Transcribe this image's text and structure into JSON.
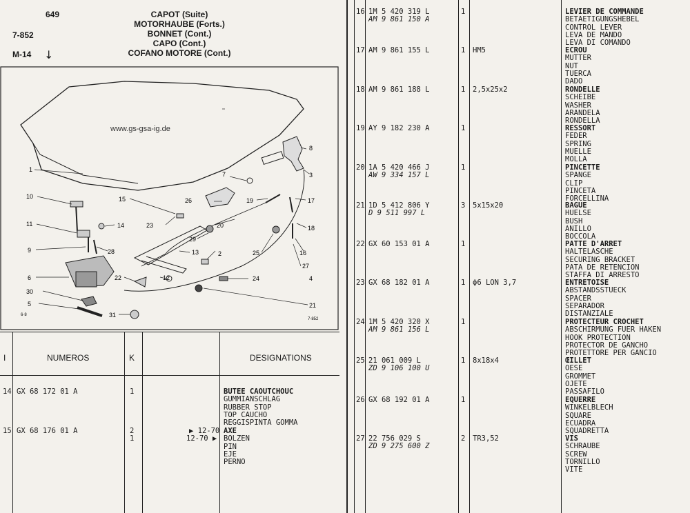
{
  "header": {
    "page_number": "649",
    "ref_code": "7-852",
    "model": "M-14",
    "titles": [
      "CAPOT (Suite)",
      "MOTORHAUBE (Forts.)",
      "BONNET (Cont.)",
      "CAPO (Cont.)",
      "COFANO MOTORE (Cont.)"
    ]
  },
  "diagram": {
    "watermark": "www.gs-gsa-ig.de",
    "callouts": [
      "1",
      "2",
      "3",
      "4",
      "5",
      "6",
      "7",
      "8",
      "9",
      "10",
      "11",
      "12",
      "13",
      "14",
      "15",
      "16",
      "17",
      "18",
      "19",
      "20",
      "21",
      "22",
      "23",
      "24",
      "25",
      "26",
      "27",
      "28",
      "29",
      "30",
      "31"
    ],
    "corner_left": "6·8",
    "corner_right": "7-852"
  },
  "table_header": {
    "col_i": "I",
    "col_numeros": "NUMEROS",
    "col_k": "K",
    "col_designations": "DESIGNATIONS"
  },
  "left_rows": [
    {
      "ref": "14",
      "parts": [
        "GX 68 172  01 A"
      ],
      "qty": [
        "1"
      ],
      "notes": [],
      "spec": "",
      "desc": [
        "BUTEE CAOUTCHOUC",
        "GUMMIANSCHLAG",
        "RUBBER STOP",
        "TOP CAUCHO",
        "REGGISPINTA GOMMA"
      ]
    },
    {
      "ref": "15",
      "parts": [
        "GX 68 176  01 A"
      ],
      "qty": [
        "2",
        "1"
      ],
      "notes": [
        "▶ 12-70",
        "12-70 ▶"
      ],
      "spec": "",
      "desc": [
        "AXE",
        "BOLZEN",
        "PIN",
        "EJE",
        "PERNO"
      ]
    }
  ],
  "right_rows": [
    {
      "ref": "16",
      "parts": [
        "1M  5 420 319  L",
        "AM  9 861 150  A"
      ],
      "qty": "1",
      "spec": "",
      "desc": [
        "LEVIER DE COMMANDE",
        "BETAETIGUNGSHEBEL",
        "CONTROL LEVER",
        "LEVA DE MANDO",
        "LEVA DI COMANDO"
      ]
    },
    {
      "ref": "17",
      "parts": [
        "AM  9 861 155  L"
      ],
      "qty": "1",
      "spec": "HM5",
      "desc": [
        "ECROU",
        "MUTTER",
        "NUT",
        "TUERCA",
        "DADO"
      ]
    },
    {
      "ref": "18",
      "parts": [
        "AM  9 861 188  L"
      ],
      "qty": "1",
      "spec": "2,5x25x2",
      "desc": [
        "RONDELLE",
        "SCHEIBE",
        "WASHER",
        "ARANDELA",
        "RONDELLA"
      ]
    },
    {
      "ref": "19",
      "parts": [
        "AY  9 182 230  A"
      ],
      "qty": "1",
      "spec": "",
      "desc": [
        "RESSORT",
        "FEDER",
        "SPRING",
        "MUELLE",
        "MOLLA"
      ]
    },
    {
      "ref": "20",
      "parts": [
        "1A  5 420 466  J",
        "AW  9 334 157  L"
      ],
      "qty": "1",
      "spec": "",
      "desc": [
        "PINCETTE",
        "SPANGE",
        "CLIP",
        "PINCETA",
        "FORCELLINA"
      ]
    },
    {
      "ref": "21",
      "parts": [
        "1D  5 412 806  Y",
        "D    9 511 997  L"
      ],
      "qty": "3",
      "spec": "5x15x20",
      "desc": [
        "BAGUE",
        "HUELSE",
        "BUSH",
        "ANILLO",
        "BOCCOLA"
      ]
    },
    {
      "ref": "22",
      "parts": [
        "GX 60 153  01 A"
      ],
      "qty": "1",
      "spec": "",
      "desc": [
        "PATTE D'ARRET",
        "HALTELASCHE",
        "SECURING BRACKET",
        "PATA DE RETENCION",
        "STAFFA DI ARRESTO"
      ]
    },
    {
      "ref": "23",
      "parts": [
        "GX 68 182  01 A"
      ],
      "qty": "1",
      "spec": "ϕ6 LON 3,7",
      "desc": [
        "ENTRETOISE",
        "ABSTANDSSTUECK",
        "SPACER",
        "SEPARADOR",
        "DISTANZIALE"
      ]
    },
    {
      "ref": "24",
      "parts": [
        "1M  5 420 320  X",
        "AM  9 861 156  L"
      ],
      "qty": "1",
      "spec": "",
      "desc": [
        "PROTECTEUR CROCHET",
        "ABSCHIRMUNG FUER HAKEN",
        "HOOK PROTECTION",
        "PROTECTOR DE GANCHO",
        "PROTETTORE PER GANCIO"
      ]
    },
    {
      "ref": "25",
      "parts": [
        "21      061 009  L",
        "ZD  9 106 100  U"
      ],
      "qty": "1",
      "spec": "8x18x4",
      "desc": [
        "ŒILLET",
        "OESE",
        "GROMMET",
        "OJETE",
        "PASSAFILO"
      ]
    },
    {
      "ref": "26",
      "parts": [
        "GX 68 192  01 A"
      ],
      "qty": "1",
      "spec": "",
      "desc": [
        "EQUERRE",
        "WINKELBLECH",
        "SQUARE",
        "ECUADRA",
        "SQUADRETTA"
      ]
    },
    {
      "ref": "27",
      "parts": [
        "22      756 029  S",
        "ZD  9 275 600  Z"
      ],
      "qty": "2",
      "spec": "TR3,52",
      "desc": [
        "VIS",
        "SCHRAUBE",
        "SCREW",
        "TORNILLO",
        "VITE"
      ]
    }
  ]
}
